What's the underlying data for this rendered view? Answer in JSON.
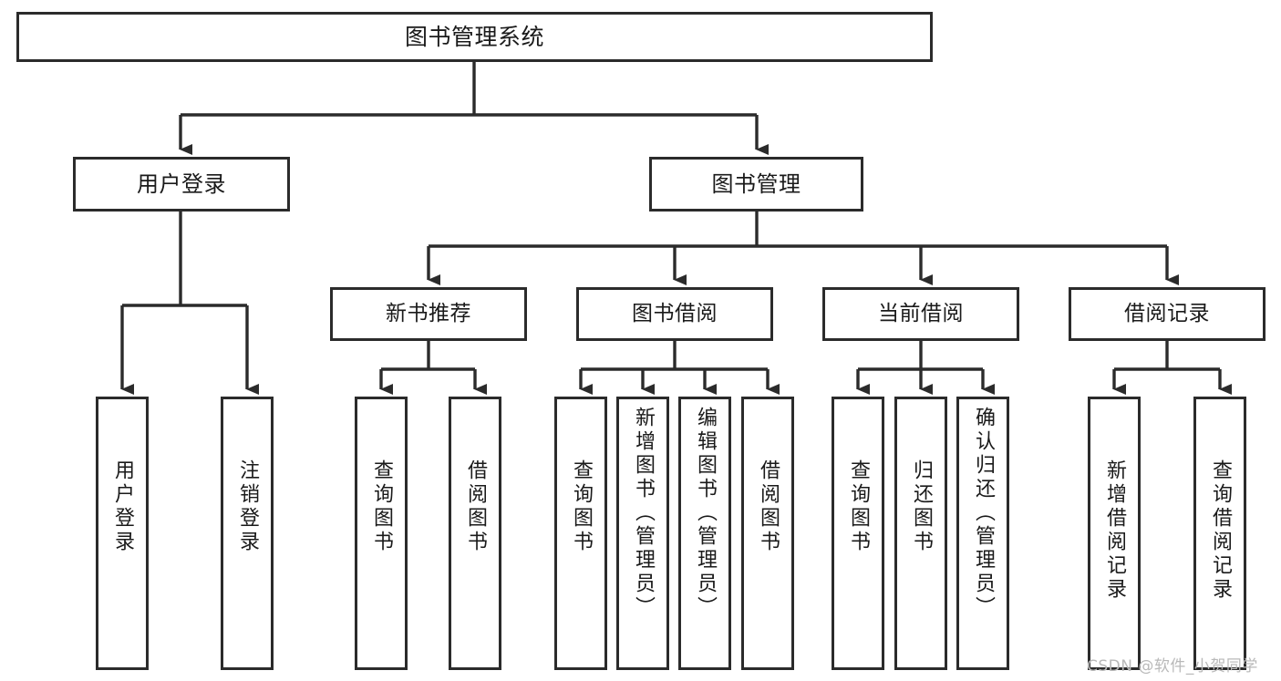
{
  "diagram": {
    "type": "tree",
    "title": "图书管理系统",
    "root": {
      "id": "root",
      "label": "图书管理系统"
    },
    "level2": [
      {
        "id": "user-login",
        "label": "用户登录"
      },
      {
        "id": "book-admin",
        "label": "图书管理"
      }
    ],
    "level3": [
      {
        "id": "new-book-rec",
        "label": "新书推荐"
      },
      {
        "id": "book-borrow",
        "label": "图书借阅"
      },
      {
        "id": "current-borrow",
        "label": "当前借阅"
      },
      {
        "id": "borrow-record",
        "label": "借阅记录"
      }
    ],
    "leaves": [
      {
        "id": "leaf-user-login",
        "label": "用户登录",
        "parent": "user-login"
      },
      {
        "id": "leaf-user-logout",
        "label": "注销登录",
        "parent": "user-login"
      },
      {
        "id": "leaf-rec-query",
        "label": "查询图书",
        "parent": "new-book-rec"
      },
      {
        "id": "leaf-rec-borrow",
        "label": "借阅图书",
        "parent": "new-book-rec"
      },
      {
        "id": "leaf-borrow-query",
        "label": "查询图书",
        "parent": "book-borrow"
      },
      {
        "id": "leaf-borrow-add",
        "label": "新增图书（管理员）",
        "parent": "book-borrow"
      },
      {
        "id": "leaf-borrow-edit",
        "label": "编辑图书（管理员）",
        "parent": "book-borrow"
      },
      {
        "id": "leaf-borrow-do",
        "label": "借阅图书",
        "parent": "book-borrow"
      },
      {
        "id": "leaf-cur-query",
        "label": "查询图书",
        "parent": "current-borrow"
      },
      {
        "id": "leaf-cur-return",
        "label": "归还图书",
        "parent": "current-borrow"
      },
      {
        "id": "leaf-cur-confirm",
        "label": "确认归还（管理员）",
        "parent": "current-borrow"
      },
      {
        "id": "leaf-rec-add",
        "label": "新增借阅记录",
        "parent": "borrow-record"
      },
      {
        "id": "leaf-rec-search",
        "label": "查询借阅记录",
        "parent": "borrow-record"
      }
    ],
    "colors": {
      "stroke": "#2b2b2b",
      "fill": "#ffffff",
      "text": "#1a1a1a",
      "watermark": "#b9b9b9"
    }
  },
  "watermark": {
    "text": "CSDN @软件_小贺同学"
  }
}
